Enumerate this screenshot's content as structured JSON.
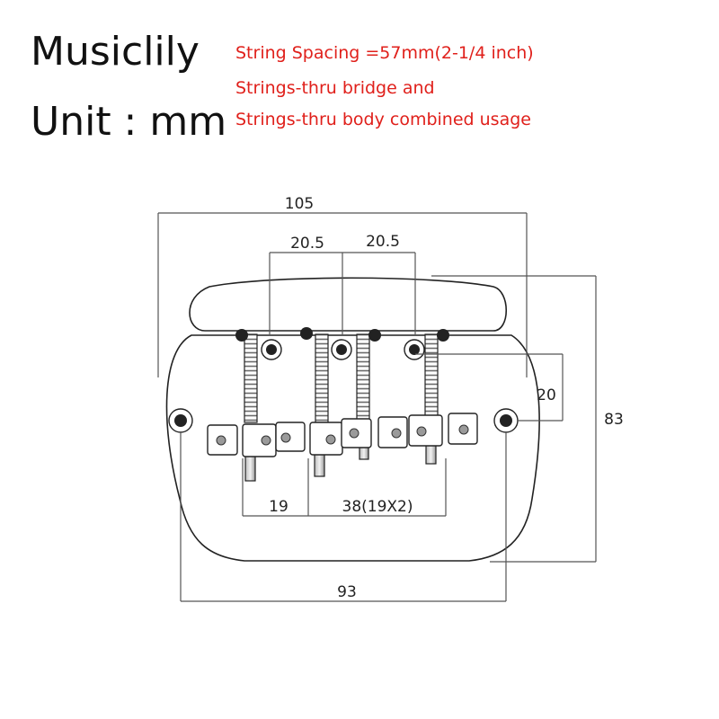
{
  "brand": {
    "name": "Musiclily",
    "unit": "Unit : mm"
  },
  "notes": {
    "color": "#e0201b",
    "line1": "String Spacing =57mm(2-1/4 inch)",
    "line2": "Strings-thru bridge and",
    "line3": "Strings-thru body combined usage"
  },
  "dimensions": {
    "overall_width": "105",
    "spacing_left": "20.5",
    "spacing_right": "20.5",
    "height_offset": "20",
    "overall_height": "83",
    "saddle_spacing": "19",
    "saddle_spacing_total": "38(19X2)",
    "mount_spacing": "93"
  }
}
